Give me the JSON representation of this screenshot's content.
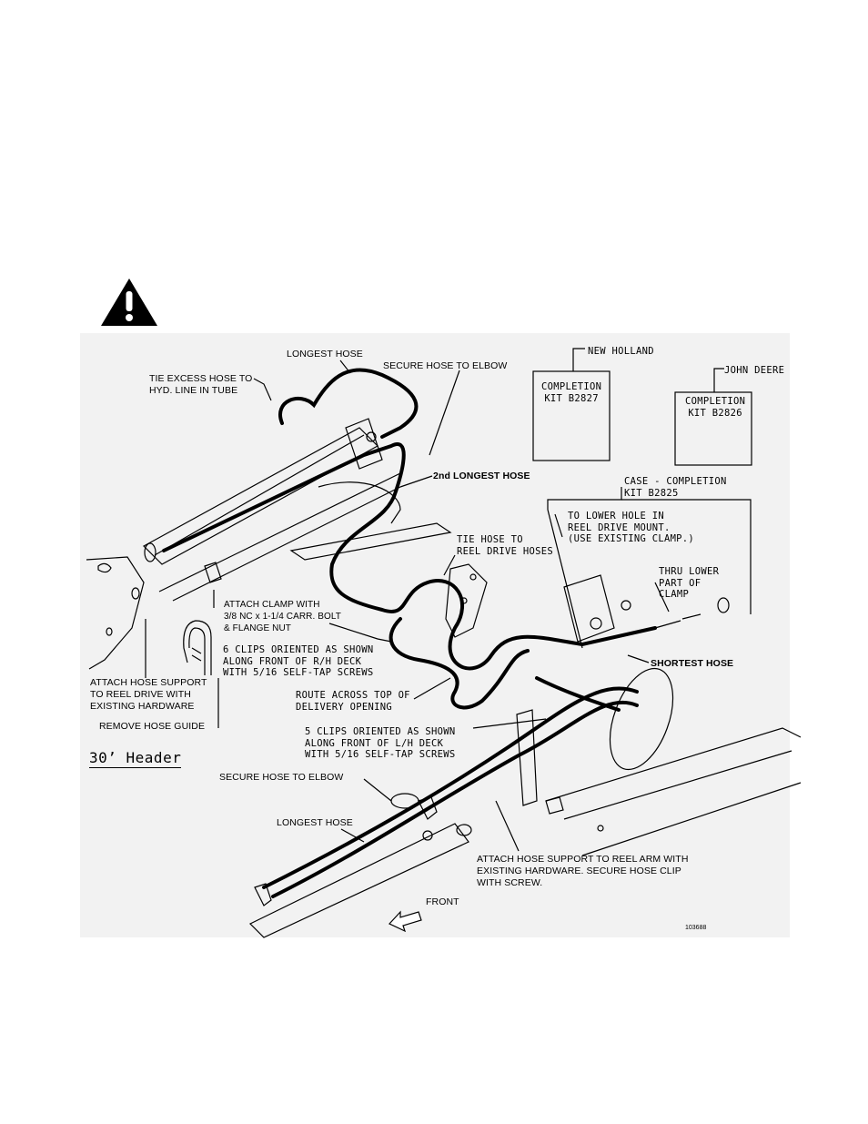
{
  "warning_icon": "warning-triangle-icon",
  "diagram": {
    "title": "30’ Header",
    "figure_number": "103688",
    "front_arrow": "FRONT",
    "kits": {
      "new_holland": {
        "brand": "NEW HOLLAND",
        "kit": "COMPLETION\nKIT B2827"
      },
      "john_deere": {
        "brand": "JOHN DEERE",
        "kit": "COMPLETION\nKIT B2826"
      },
      "case": {
        "kit": "CASE - COMPLETION\nKIT B2825"
      }
    },
    "labels": {
      "longest_hose_top": "LONGEST HOSE",
      "secure_hose_top": "SECURE HOSE TO ELBOW",
      "tie_excess": "TIE EXCESS HOSE TO\nHYD. LINE IN TUBE",
      "second_longest": "2nd LONGEST HOSE",
      "tie_hose": "TIE HOSE TO\nREEL DRIVE HOSES",
      "lower_hole": "TO LOWER HOLE IN\nREEL DRIVE MOUNT.\n(USE EXISTING CLAMP.)",
      "thru_lower": "THRU LOWER\nPART OF\nCLAMP",
      "attach_clamp": "ATTACH CLAMP WITH\n3/8 NC x 1-1/4 CARR. BOLT\n& FLANGE NUT",
      "six_clips": "6 CLIPS ORIENTED AS SHOWN\nALONG FRONT OF R/H DECK\nWITH 5/16 SELF-TAP SCREWS",
      "shortest_hose": "SHORTEST HOSE",
      "attach_hose_support": "ATTACH HOSE SUPPORT\nTO REEL DRIVE WITH\nEXISTING HARDWARE",
      "route_across": "ROUTE ACROSS TOP OF\nDELIVERY OPENING",
      "remove_hose_guide": "REMOVE HOSE GUIDE",
      "five_clips": "5 CLIPS ORIENTED AS SHOWN\nALONG FRONT OF L/H DECK\nWITH 5/16 SELF-TAP SCREWS",
      "secure_hose_bottom": "SECURE HOSE TO ELBOW",
      "longest_hose_bottom": "LONGEST HOSE",
      "attach_reel_arm": "ATTACH HOSE SUPPORT TO REEL ARM WITH\nEXISTING HARDWARE. SECURE HOSE CLIP\nWITH SCREW."
    }
  }
}
